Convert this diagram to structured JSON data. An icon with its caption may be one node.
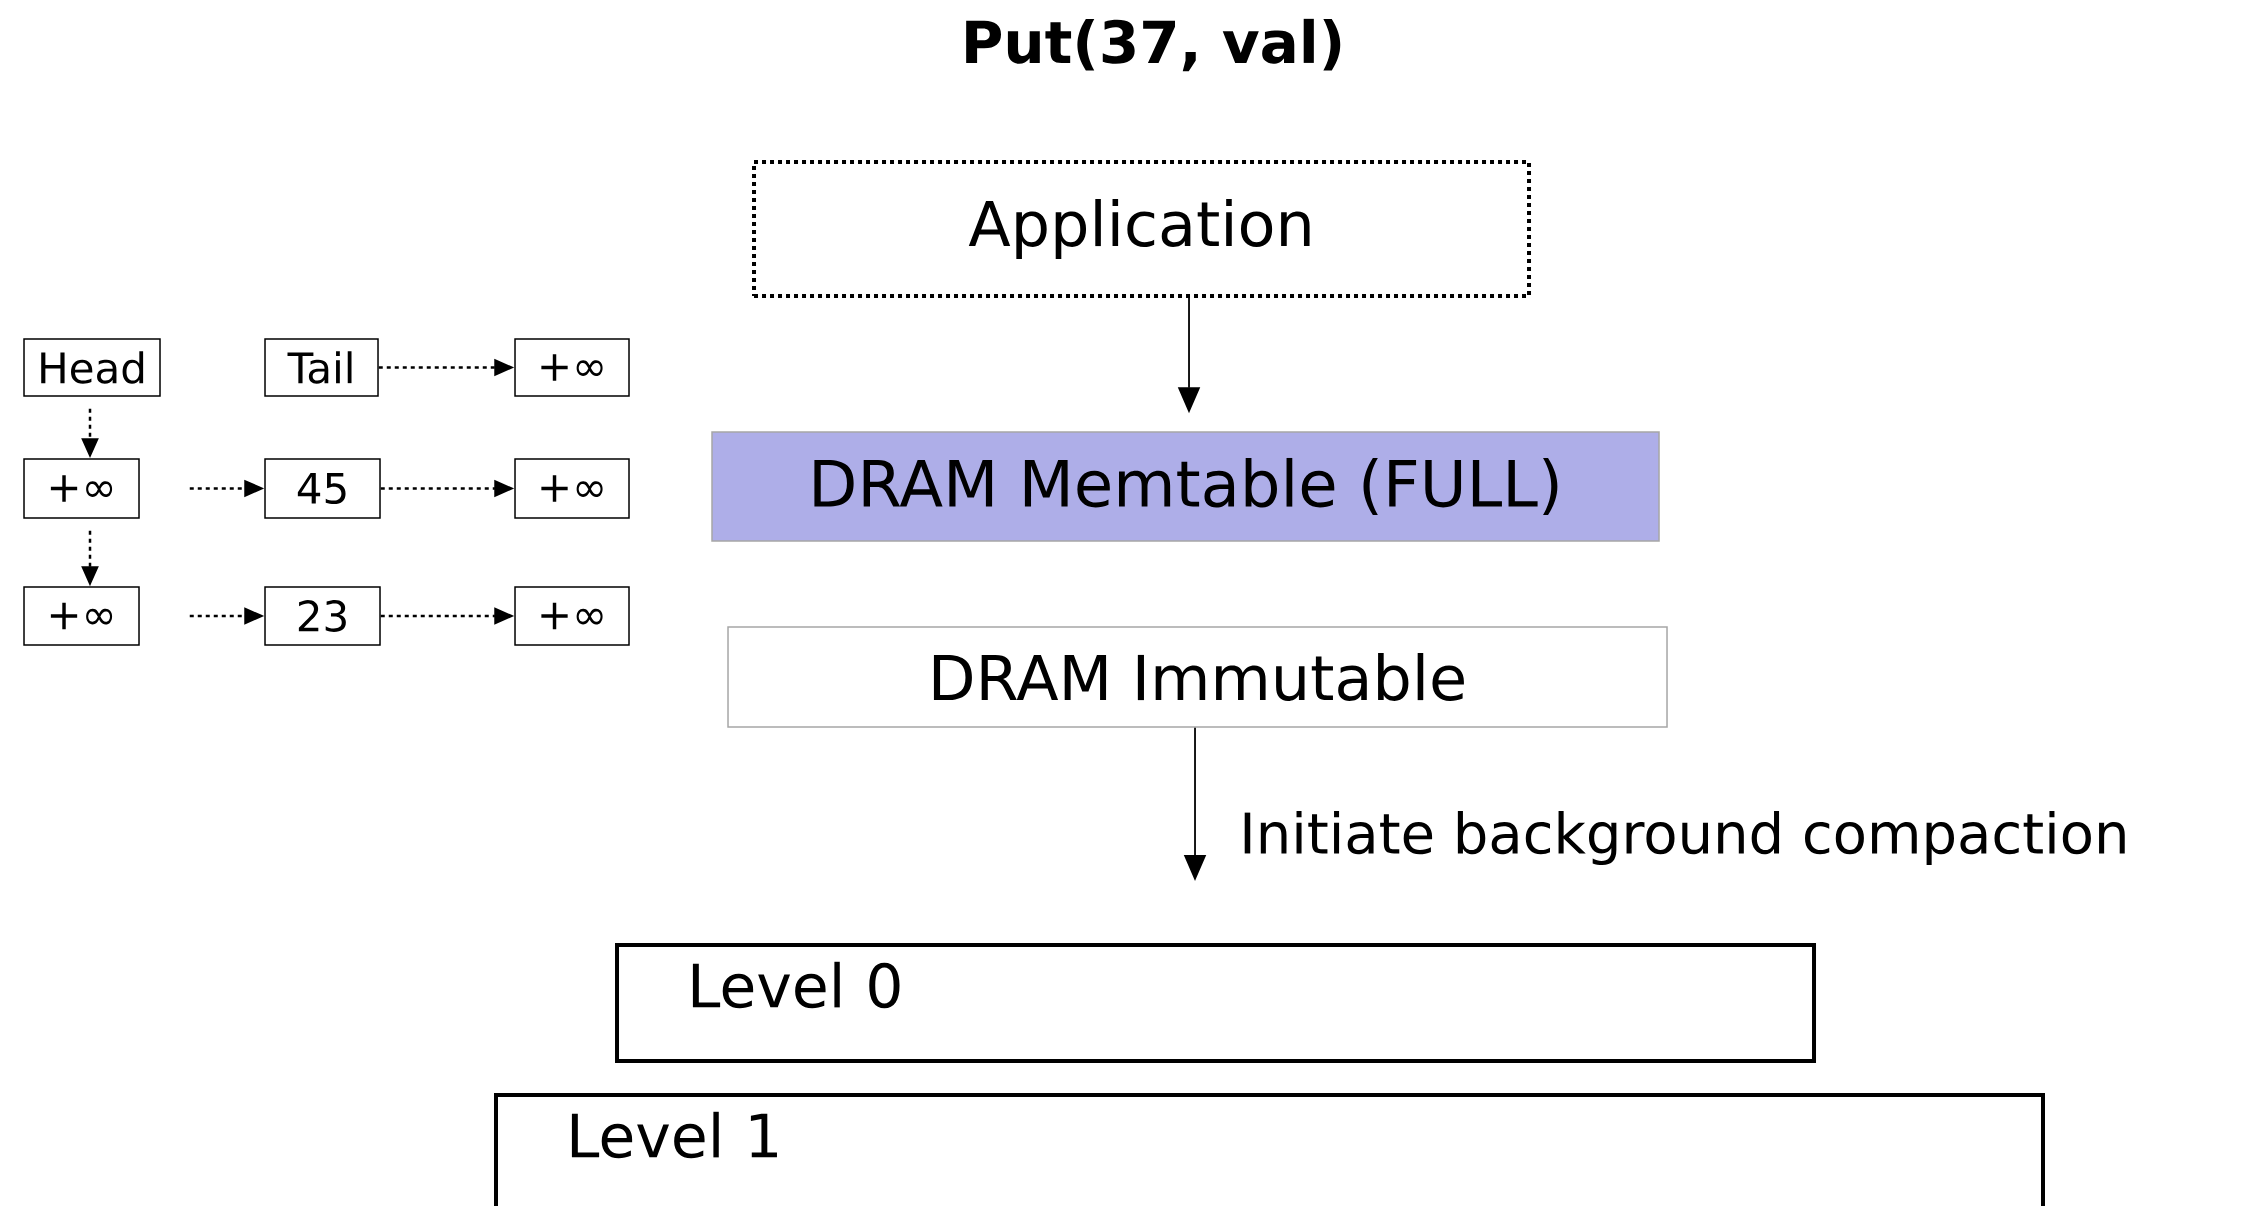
{
  "diagram": {
    "title": "Put(37, val)",
    "nodes": [
      {
        "text": [
          "Application"
        ]
      },
      {
        "text": [
          "DRAM Memtable (FULL)"
        ]
      },
      {
        "text": [
          "DRAM Immutable"
        ]
      },
      {
        "text": [
          "Level 0"
        ]
      },
      {
        "text": [
          "Level 1"
        ]
      },
      {
        "text": [
          "Head"
        ]
      },
      {
        "text": [
          "Tail"
        ]
      },
      {
        "text": [
          "+∞"
        ]
      },
      {
        "text": [
          "+∞"
        ]
      },
      {
        "text": [
          "45"
        ]
      },
      {
        "text": [
          "+∞"
        ]
      },
      {
        "text": [
          "+∞"
        ]
      },
      {
        "text": [
          "23"
        ]
      },
      {
        "text": [
          "+∞"
        ]
      }
    ],
    "edges": [
      {
        "from": 0,
        "to": 1,
        "arrow": "to"
      },
      {
        "from": 2,
        "to": 3,
        "arrow": "to",
        "label": "Initiate background compaction"
      },
      {
        "from": 5,
        "to": 8,
        "arrow": "to",
        "style": "dashed"
      },
      {
        "from": 8,
        "to": 11,
        "arrow": "to",
        "style": "dashed"
      },
      {
        "from": 6,
        "to": 7,
        "arrow": "to",
        "style": "dashed"
      },
      {
        "from": 8,
        "to": 9,
        "arrow": "to",
        "style": "dashed"
      },
      {
        "from": 9,
        "to": 10,
        "arrow": "to",
        "style": "dashed"
      },
      {
        "from": 11,
        "to": 12,
        "arrow": "to",
        "style": "dashed"
      },
      {
        "from": 12,
        "to": 13,
        "arrow": "to",
        "style": "dashed"
      }
    ]
  }
}
